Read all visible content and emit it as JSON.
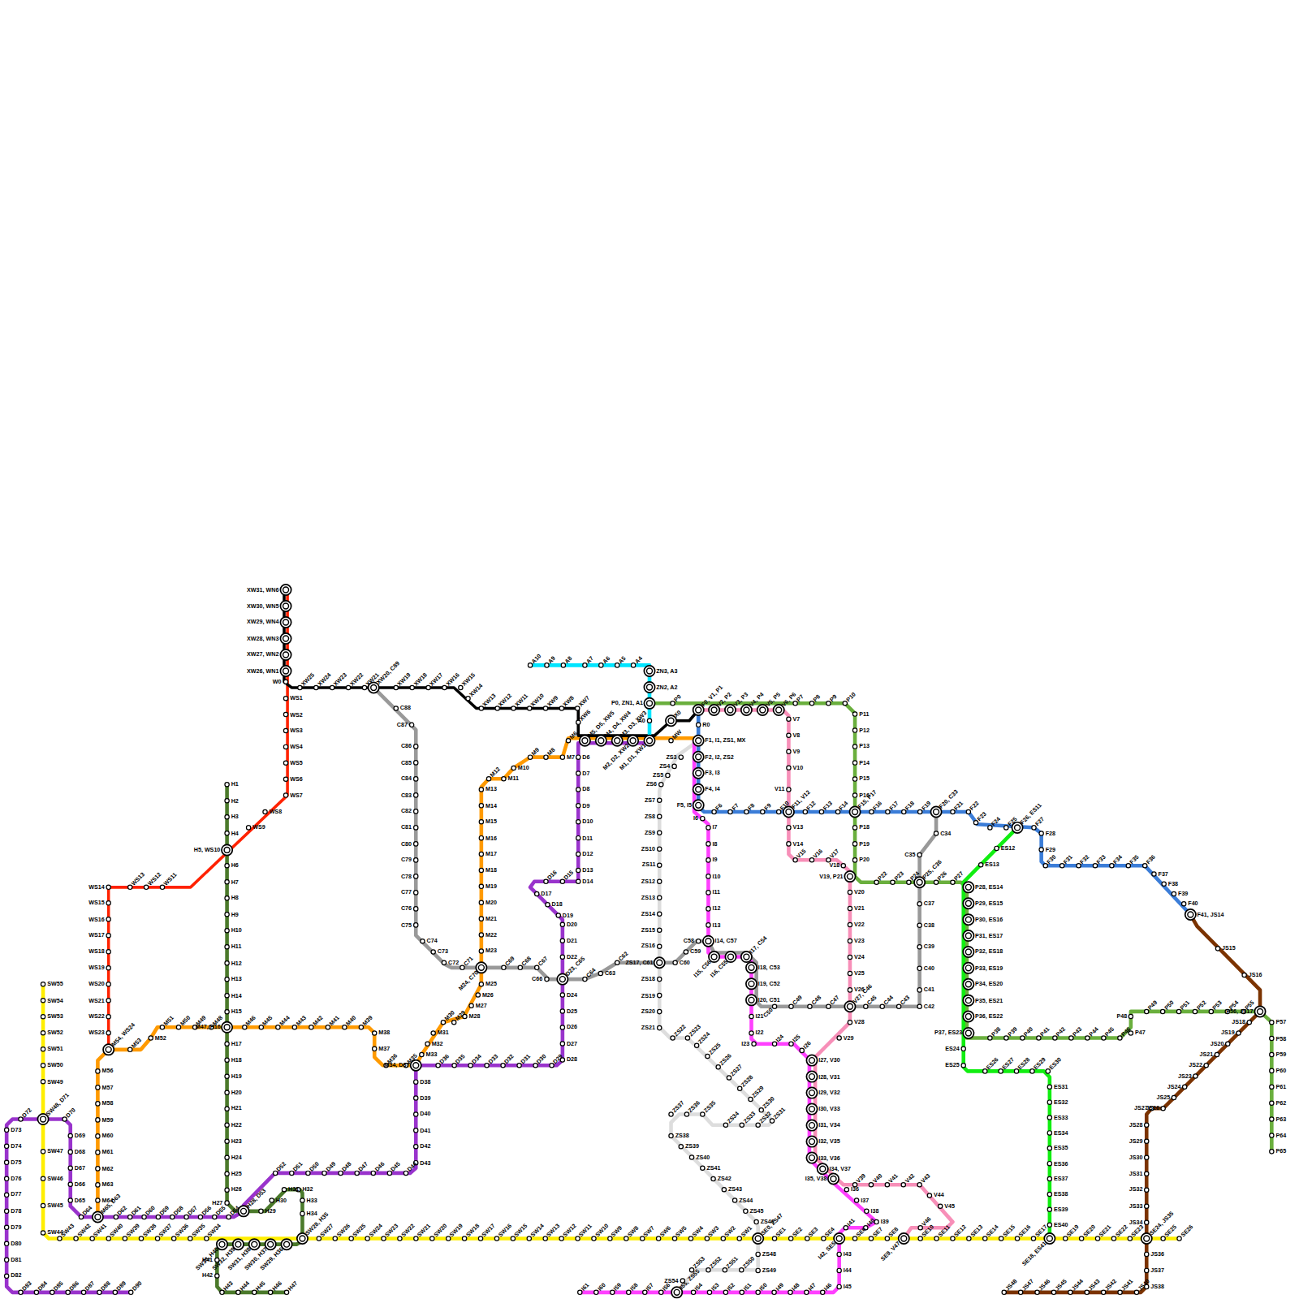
{
  "diagram": {
    "labels": [
      "XW31, WN6",
      "XW30, WN5",
      "XW29, WN4",
      "XW28, WN3",
      "XW27, WN2",
      "XW26, WN1",
      "W0",
      "WS1",
      "WS2",
      "WS3",
      "WS4",
      "WS5",
      "WS6",
      "WS7",
      "WS8",
      "WS9",
      "H5, WS10",
      "WS11",
      "WS12",
      "WS13",
      "WS14",
      "WS15",
      "WS16",
      "WS17",
      "WS18",
      "WS19",
      "WS20",
      "WS21",
      "WS22",
      "WS23",
      "M54, WS24",
      "XW25",
      "XW24",
      "XW23",
      "XW22",
      "XW21",
      "XW20, C89",
      "XW19",
      "XW18",
      "XW17",
      "XW16",
      "XW15",
      "XW14",
      "XW13",
      "XW12",
      "XW11",
      "XW10",
      "XW9",
      "XW8",
      "XW7",
      "XW6",
      "M5, D5, XW5",
      "M4, D4, XW4",
      "M3, D3, XW3",
      "M2, D2, XW2",
      "M1, D1, XW1",
      "X0",
      "A0",
      "A10",
      "A9",
      "A8",
      "A7",
      "A6",
      "A5",
      "A4",
      "ZN3, A3",
      "ZN2, A2",
      "P0, ZN1, A1",
      "P0",
      "F0, V1, P1",
      "V2, P2",
      "V3, P3",
      "V4, P4",
      "V5, P5",
      "V6, P6",
      "P7",
      "P8",
      "P9",
      "P10",
      "P11",
      "P12",
      "P13",
      "P14",
      "P15",
      "P16",
      "F15, P17",
      "P18",
      "P19",
      "P20",
      "V19, P21",
      "P22",
      "P23",
      "P24",
      "P25, C36",
      "P26",
      "P27",
      "P28, ES14",
      "P29, ES15",
      "P30, ES16",
      "P31, ES17",
      "P32, ES18",
      "P33, ES19",
      "P34, ES20",
      "P35, ES21",
      "P36, ES22",
      "P37, ES23",
      "P38",
      "P39",
      "P40",
      "P41",
      "P42",
      "P43",
      "P44",
      "P45",
      "P46",
      "P47",
      "P48",
      "P49",
      "P50",
      "P51",
      "P52",
      "P53",
      "P54",
      "P55",
      "P56, JS17",
      "P57",
      "P58",
      "P59",
      "P60",
      "P61",
      "P62",
      "P63",
      "P64",
      "P65",
      "R0",
      "F1, I1, ZS1, MX",
      "F2, I2, ZS2",
      "F3, I3",
      "F4, I4",
      "F5, I5",
      "F6",
      "F7",
      "F8",
      "F9",
      "F10",
      "F11, V12",
      "F12",
      "F13",
      "F14",
      "F16",
      "F17",
      "F18",
      "F19",
      "F20, C33",
      "F21",
      "F22",
      "F23",
      "F24",
      "F25",
      "F26, ES11",
      "F27",
      "F28",
      "F29",
      "F30",
      "F31",
      "F32",
      "F33",
      "F34",
      "F35",
      "F36",
      "F37",
      "F38",
      "F39",
      "F40",
      "F41, JS14",
      "V7",
      "V8",
      "V9",
      "V10",
      "V11",
      "V13",
      "V14",
      "V15",
      "V16",
      "V17",
      "V18",
      "V20",
      "V21",
      "V22",
      "V23",
      "V24",
      "V25",
      "V26",
      "V27, C46",
      "V28",
      "V29",
      "I27, V30",
      "I28, V31",
      "I29, V32",
      "I30, V33",
      "I31, V34",
      "I32, V35",
      "I33, V36",
      "I34, V37",
      "I35, V38",
      "V39",
      "V40",
      "V41",
      "V42",
      "V43",
      "V44",
      "V45",
      "V46",
      "SE9, V47",
      "I6",
      "I7",
      "I8",
      "I9",
      "I10",
      "I11",
      "I12",
      "I13",
      "I14, C57",
      "I15, C56",
      "I16, C55",
      "I17, C54",
      "I18, C53",
      "I19, C52",
      "I20, C51",
      "I21",
      "I22",
      "I23",
      "I24",
      "I25",
      "I26",
      "I36",
      "I37",
      "I38",
      "I39",
      "I40",
      "I41",
      "I42, SE5",
      "I43",
      "I44",
      "I45",
      "I46",
      "I47",
      "I48",
      "I49",
      "I50",
      "I51",
      "I52",
      "I53",
      "I54",
      "I55, ZS55",
      "I56",
      "I57",
      "I58",
      "I59",
      "I60",
      "I61",
      "ZS3",
      "ZS4",
      "ZS5",
      "ZS6",
      "ZS7",
      "ZS8",
      "ZS9",
      "ZS10",
      "ZS11",
      "ZS12",
      "ZS13",
      "ZS14",
      "ZS15",
      "ZS16",
      "ZS17, C61",
      "ZS18",
      "ZS19",
      "ZS20",
      "ZS21",
      "ZS22",
      "ZS23",
      "ZS24",
      "ZS25",
      "ZS26",
      "ZS27",
      "ZS28",
      "ZS29",
      "ZS30",
      "ZS31",
      "ZS32",
      "ZS33",
      "ZS34",
      "ZS35",
      "ZS36",
      "ZS37",
      "ZS38",
      "ZS39",
      "ZS40",
      "ZS41",
      "ZS42",
      "ZS43",
      "ZS44",
      "ZS45",
      "ZS46",
      "SE0, ZS47",
      "ZS48",
      "ZS49",
      "ZS50",
      "ZS51",
      "ZS52",
      "ZS53",
      "ZS54",
      "C88",
      "C87",
      "C86",
      "C85",
      "C84",
      "C83",
      "C82",
      "C81",
      "C80",
      "C79",
      "C78",
      "C77",
      "C76",
      "C75",
      "C74",
      "C73",
      "C72",
      "C71",
      "M24, C70",
      "C69",
      "C68",
      "C67",
      "C66",
      "D23, C65",
      "C64",
      "C63",
      "C62",
      "C60",
      "C59",
      "C58",
      "C50",
      "C49",
      "C48",
      "C47",
      "C45",
      "C44",
      "C43",
      "C42",
      "C41",
      "C40",
      "C39",
      "C38",
      "C37",
      "C35",
      "C34",
      "MW",
      "M6",
      "M7",
      "M8",
      "M9",
      "M10",
      "M11",
      "M12",
      "M13",
      "M14",
      "M15",
      "M16",
      "M17",
      "M18",
      "M19",
      "M20",
      "M21",
      "M22",
      "M23",
      "M25",
      "M26",
      "M27",
      "M28",
      "M29",
      "M30",
      "M31",
      "M32",
      "M33",
      "M34, D37",
      "M35",
      "M36",
      "M37",
      "M38",
      "M39",
      "M40",
      "M41",
      "M42",
      "M43",
      "M44",
      "M45",
      "M46",
      "M47, H16",
      "M48",
      "M49",
      "M50",
      "M51",
      "M52",
      "M53",
      "M56",
      "M57",
      "M58",
      "M59",
      "M60",
      "M61",
      "M62",
      "M63",
      "M64",
      "M65, D63",
      "D6",
      "D7",
      "D8",
      "D9",
      "D10",
      "D11",
      "D12",
      "D13",
      "D14",
      "D15",
      "D16",
      "D17",
      "D18",
      "D19",
      "D20",
      "D21",
      "D22",
      "D24",
      "D25",
      "D26",
      "D27",
      "D28",
      "D29",
      "D30",
      "D31",
      "D32",
      "D33",
      "D34",
      "D35",
      "D36",
      "D38",
      "D39",
      "D40",
      "D41",
      "D42",
      "D43",
      "D44",
      "D45",
      "D46",
      "D47",
      "D48",
      "D49",
      "D50",
      "D51",
      "D52",
      "H28, D53",
      "D54",
      "D55",
      "D56",
      "D57",
      "D58",
      "D59",
      "D60",
      "D61",
      "D62",
      "D64",
      "D65",
      "D66",
      "D67",
      "D68",
      "D69",
      "D70",
      "SW48, D71",
      "D72",
      "D73",
      "D74",
      "D75",
      "D76",
      "D77",
      "D78",
      "D79",
      "D80",
      "D81",
      "D82",
      "D83",
      "D84",
      "D85",
      "D86",
      "D87",
      "D88",
      "D89",
      "D90",
      "H1",
      "H2",
      "H3",
      "H4",
      "H6",
      "H7",
      "H8",
      "H9",
      "H10",
      "H11",
      "H12",
      "H13",
      "H14",
      "H15",
      "H17",
      "H18",
      "H19",
      "H20",
      "H21",
      "H22",
      "H23",
      "H24",
      "H25",
      "H26",
      "H27",
      "H29",
      "H30",
      "H31",
      "H32",
      "H33",
      "H34",
      "SW28, H35",
      "SW29, H36",
      "SW30, H37",
      "SW31, H38",
      "SW32, H39",
      "SW33, H40",
      "H41",
      "H42",
      "H43",
      "H44",
      "H45",
      "H46",
      "H47",
      "SW55",
      "SW54",
      "SW53",
      "SW52",
      "SW51",
      "SW50",
      "SW49",
      "SW47",
      "SW46",
      "SW45",
      "SW44",
      "SW43",
      "SW42",
      "SW41",
      "SW40",
      "SW39",
      "SW38",
      "SW37",
      "SW36",
      "SW35",
      "SW34",
      "SW27",
      "SW26",
      "SW25",
      "SW24",
      "SW23",
      "SW22",
      "SW21",
      "SW20",
      "SW19",
      "SW18",
      "SW17",
      "SW16",
      "SW15",
      "SW14",
      "SW13",
      "SW12",
      "SW11",
      "SW10",
      "SW9",
      "SW8",
      "SW7",
      "SW6",
      "SW5",
      "SW4",
      "SW3",
      "SW2",
      "SW1",
      "SE1",
      "SE2",
      "SE3",
      "SE4",
      "SE6",
      "SE7",
      "SE8",
      "SE10",
      "SE11",
      "SE12",
      "SE13",
      "SE14",
      "SE15",
      "SE16",
      "SE17",
      "SE18, ES41",
      "SE19",
      "SE20",
      "SE21",
      "SE22",
      "SE23",
      "SE24, JS35",
      "SE25",
      "SE26",
      "ES12",
      "ES13",
      "ES24",
      "ES25",
      "ES26",
      "ES27",
      "ES28",
      "ES29",
      "ES30",
      "ES31",
      "ES32",
      "ES33",
      "ES34",
      "ES35",
      "ES36",
      "ES37",
      "ES38",
      "ES39",
      "ES40",
      "JS15",
      "JS16",
      "JS18",
      "JS19",
      "JS20",
      "JS21",
      "JS22",
      "JS23",
      "JS24",
      "JS25",
      "JS26",
      "JS27",
      "JS28",
      "JS29",
      "JS30",
      "JS31",
      "JS32",
      "JS33",
      "JS34",
      "JS36",
      "JS37",
      "JS38",
      "JS40",
      "JS41",
      "JS42",
      "JS43",
      "JS44",
      "JS45",
      "JS46",
      "JS47",
      "JS48"
    ]
  }
}
